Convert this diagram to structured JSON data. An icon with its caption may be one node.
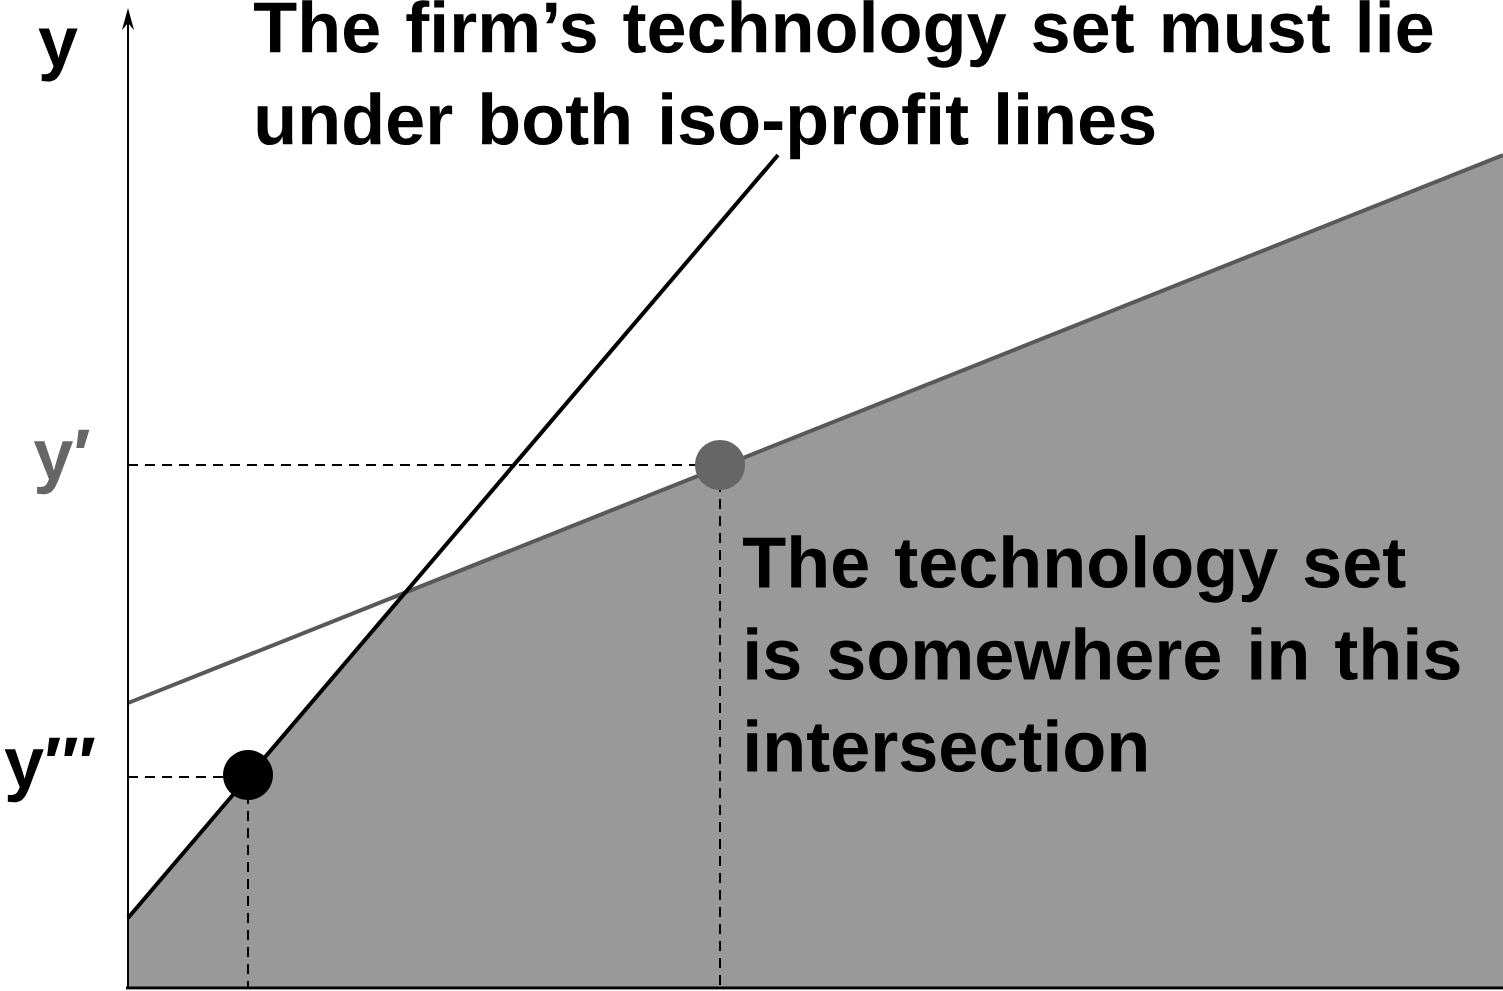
{
  "diagram": {
    "labels": [
      "y",
      "The firm’s technology set must lie under both iso-profit lines",
      "y′",
      "The technology set is somewhere in this intersection",
      "y′′′"
    ]
  }
}
